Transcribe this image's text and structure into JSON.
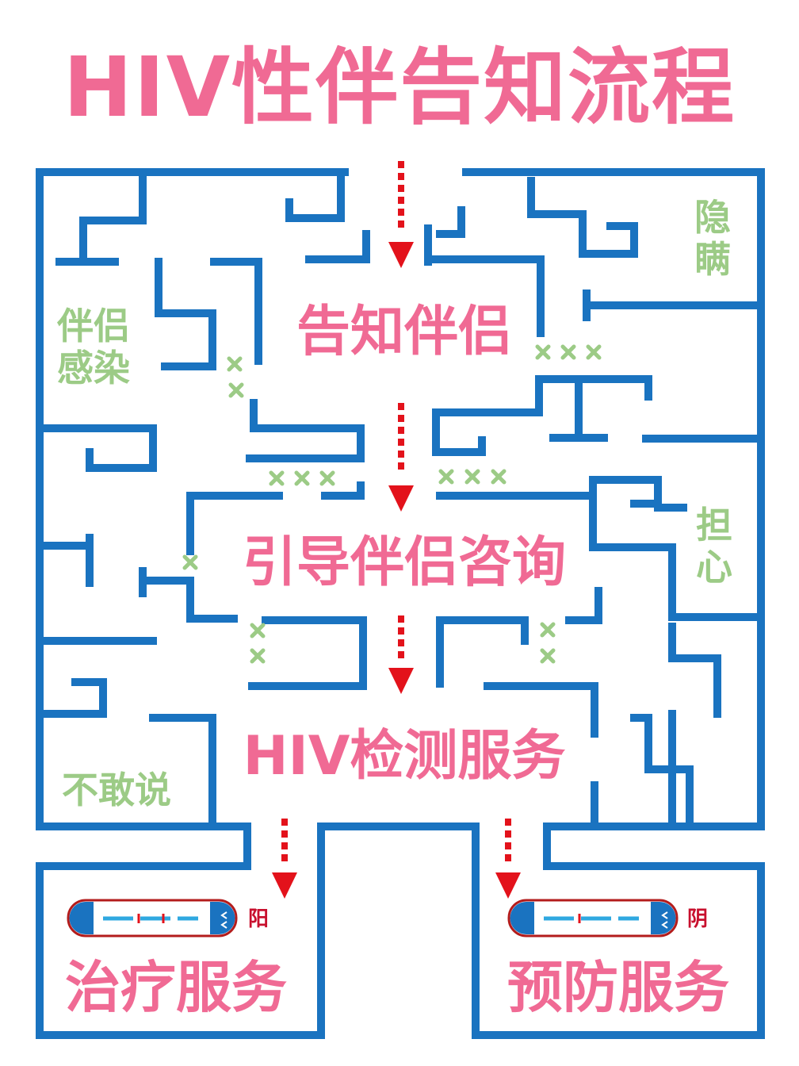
{
  "title": "HIV性伴告知流程",
  "steps": {
    "notify": "告知伴侣",
    "counsel": "引导伴侣咨询",
    "test": "HIV检测服务"
  },
  "outcomes": {
    "treatment": {
      "label": "治疗服务",
      "result": "阳"
    },
    "prevention": {
      "label": "预防服务",
      "result": "阴"
    }
  },
  "obstacles": {
    "partner_infection": "伴侣感染",
    "conceal": "隐瞒",
    "worry": "担心",
    "afraid_to_tell": "不敢说"
  },
  "colors": {
    "wall": "#1a73c0",
    "title": "#f06a94",
    "obstacle": "#9ccb86",
    "arrow": "#e3121b",
    "test_outline": "#b31c1c",
    "test_line": "#2fa8e0"
  },
  "icons": [
    "down-arrow-icon",
    "block-x-icon",
    "test-strip-icon"
  ]
}
